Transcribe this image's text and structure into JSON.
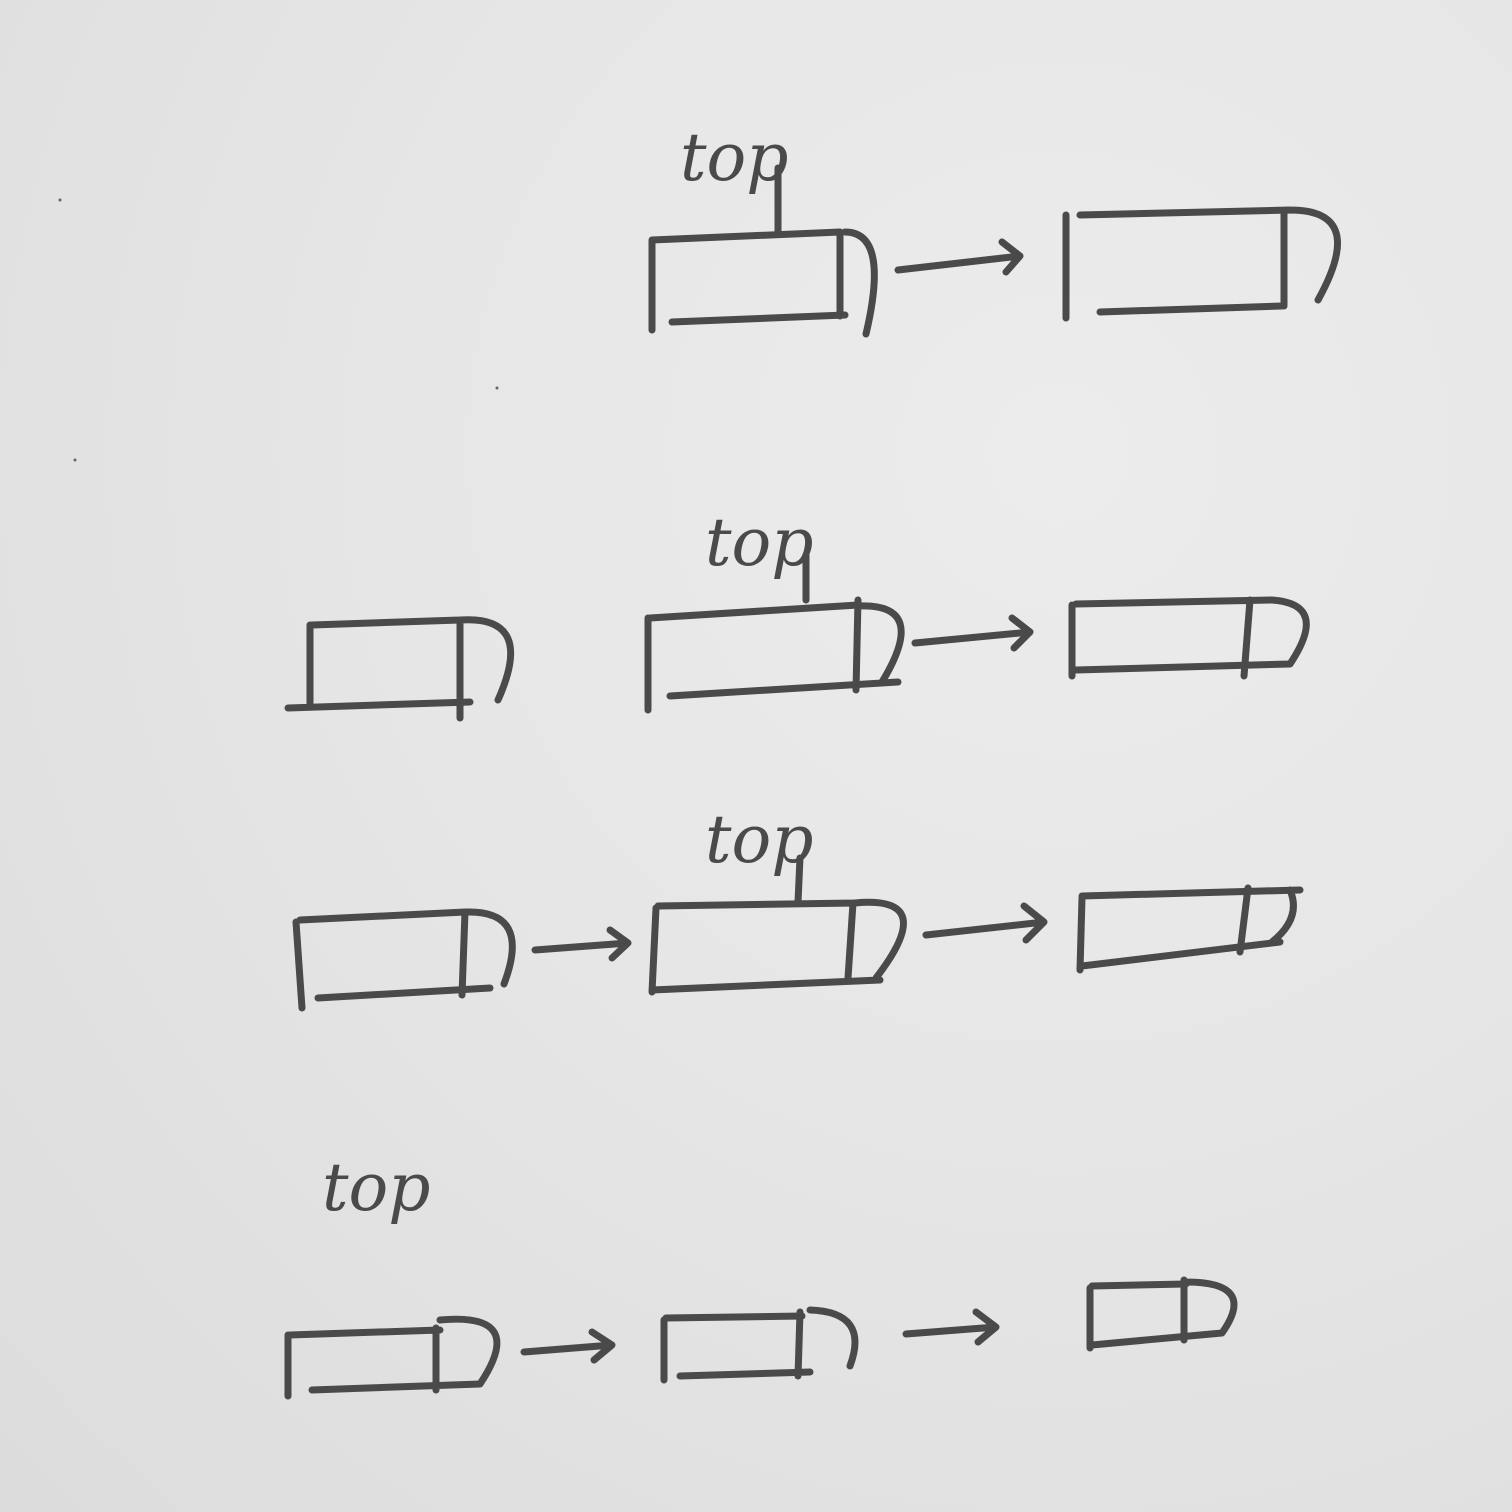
{
  "diagram": {
    "rows": [
      {
        "pointer_label": "top",
        "pointer_target_node": 0,
        "nodes": [
          {},
          {}
        ],
        "links": [
          [
            0,
            1
          ]
        ]
      },
      {
        "pointer_label": "top",
        "pointer_target_node": 1,
        "nodes": [
          {},
          {},
          {}
        ],
        "links": [
          [
            1,
            2
          ]
        ]
      },
      {
        "pointer_label": "top",
        "pointer_target_node": 1,
        "nodes": [
          {},
          {},
          {}
        ],
        "links": [
          [
            0,
            1
          ],
          [
            1,
            2
          ]
        ]
      },
      {
        "pointer_label": "top",
        "pointer_target_node": null,
        "nodes": [
          {},
          {},
          {}
        ],
        "links": [
          [
            0,
            1
          ],
          [
            1,
            2
          ]
        ]
      }
    ]
  }
}
